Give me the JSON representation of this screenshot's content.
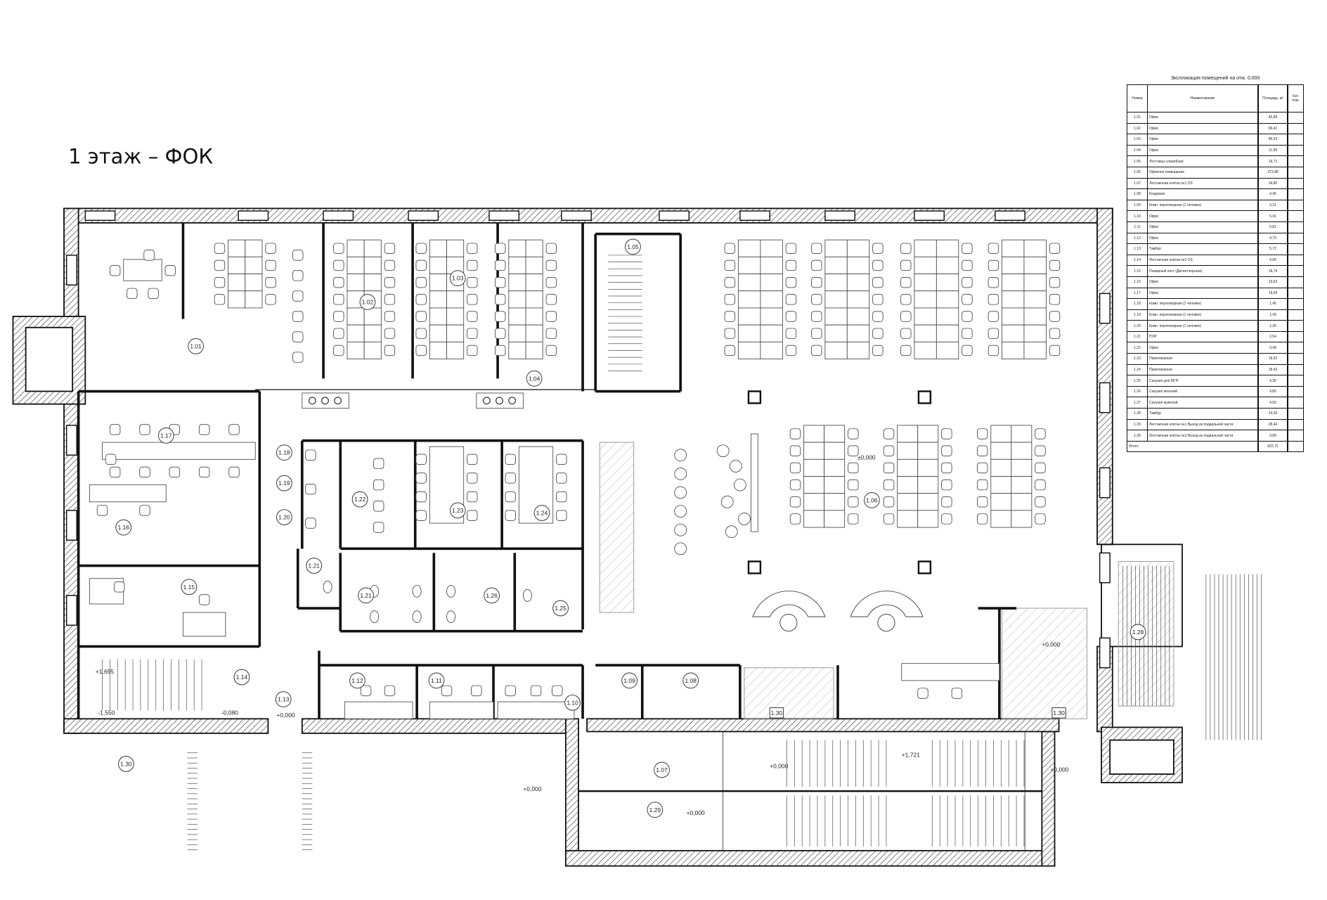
{
  "title": "1 этаж – ФОК",
  "rooms": [
    {
      "id": "1.01"
    },
    {
      "id": "1.02"
    },
    {
      "id": "1.03"
    },
    {
      "id": "1.04"
    },
    {
      "id": "1.05"
    },
    {
      "id": "1.06"
    },
    {
      "id": "1.07"
    },
    {
      "id": "1.08"
    },
    {
      "id": "1.09"
    },
    {
      "id": "1.10"
    },
    {
      "id": "1.11"
    },
    {
      "id": "1.12"
    },
    {
      "id": "1.13"
    },
    {
      "id": "1.14"
    },
    {
      "id": "1.15"
    },
    {
      "id": "1.16"
    },
    {
      "id": "1.17"
    },
    {
      "id": "1.18"
    },
    {
      "id": "1.19"
    },
    {
      "id": "1.20"
    },
    {
      "id": "1.21"
    },
    {
      "id": "1.21"
    },
    {
      "id": "1.22"
    },
    {
      "id": "1.23"
    },
    {
      "id": "1.24"
    },
    {
      "id": "1.25"
    },
    {
      "id": "1.26"
    },
    {
      "id": "1.28"
    },
    {
      "id": "1.29"
    },
    {
      "id": "1.30"
    },
    {
      "id": "1.30"
    },
    {
      "id": "1.30"
    }
  ],
  "elevations": [
    "+1,695",
    "-1,550",
    "-0,080",
    "+0,000",
    "±0,000",
    "+0,000",
    "+0,000",
    "+1,721",
    "+0,000",
    "+0,000",
    "+0,000"
  ],
  "explication": {
    "title": "Экспликация помещений на отм. 0,000",
    "headers": [
      "Номер",
      "Наименование",
      "Площадь, м²",
      "Кат. пом."
    ],
    "rows": [
      [
        "1.01",
        "Офис",
        "45,89"
      ],
      [
        "1.02",
        "Офис",
        "96,41"
      ],
      [
        "1.03",
        "Офис",
        "86,93"
      ],
      [
        "1.04",
        "Офис",
        "11,58"
      ],
      [
        "1.05",
        "Лестница служебная",
        "16,71"
      ],
      [
        "1.06",
        "Офисное помещение",
        "373,88"
      ],
      [
        "1.07",
        "Лестничная клетка №1 ОЗ",
        "34,80"
      ],
      [
        "1.08",
        "Кладовая",
        "4,46"
      ],
      [
        "1.09",
        "Комн. переговорная (1 человек)",
        "3,31"
      ],
      [
        "1.10",
        "Офис",
        "5,41"
      ],
      [
        "1.11",
        "Офис",
        "5,81"
      ],
      [
        "1.12",
        "Офис",
        "4,70"
      ],
      [
        "1.13",
        "Тамбур",
        "5,72"
      ],
      [
        "1.14",
        "Лестничная клетка №2 ОЗ",
        "4,86"
      ],
      [
        "1.15",
        "Пожарный пост (Диспетчерская)",
        "18,74"
      ],
      [
        "1.16",
        "Офис",
        "13,53"
      ],
      [
        "1.17",
        "Офис",
        "19,09"
      ],
      [
        "1.18",
        "Комн. переговорная (1 человек)",
        "1,45"
      ],
      [
        "1.19",
        "Комн. переговорная (1 человек)",
        "1,43"
      ],
      [
        "1.20",
        "Комн. переговорная (1 человек)",
        "1,36"
      ],
      [
        "1.21",
        "ПУИ",
        "2,54"
      ],
      [
        "1.22",
        "Офис",
        "9,49"
      ],
      [
        "1.23",
        "Переговорная",
        "19,92"
      ],
      [
        "1.24",
        "Переговорная",
        "18,43"
      ],
      [
        "1.25",
        "Санузел для МГН",
        "4,30"
      ],
      [
        "1.26",
        "Санузел женский",
        "4,85"
      ],
      [
        "1.27",
        "Санузел мужской",
        "4,56"
      ],
      [
        "1.28",
        "Тамбур",
        "14,30"
      ],
      [
        "1.29",
        "Лестничная клетка №1 Выход из подвальной части",
        "28,44"
      ],
      [
        "1.30",
        "Лестничная клетка №3 Выход из подвальной части",
        "9,89"
      ]
    ],
    "total_label": "Итого:",
    "total": "822,72"
  }
}
